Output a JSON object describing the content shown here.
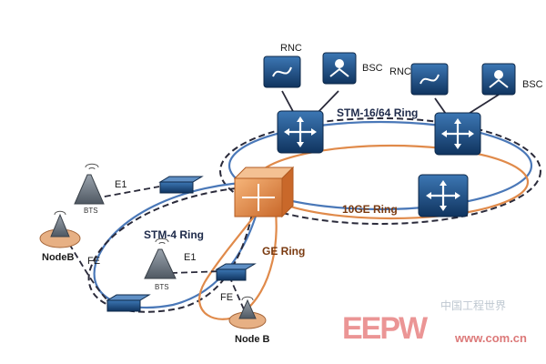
{
  "rings": {
    "stm16": "STM-16/64 Ring",
    "ge10": "10GE Ring",
    "stm4": "STM-4 Ring",
    "ge": "GE Ring"
  },
  "nodes": {
    "rnc_left": "RNC",
    "bsc_left": "BSC",
    "rnc_right": "RNC",
    "bsc_right": "BSC",
    "bts_top": "BTS",
    "bts_mid": "BTS",
    "nodeb_left": "NodeB",
    "nodeb_bottom": "Node B"
  },
  "links": {
    "e1_top": "E1",
    "e1_mid": "E1",
    "fe_left": "FE",
    "fe_bottom": "FE"
  },
  "watermark": {
    "logo": "EEPW",
    "cn_name": "中国工程世界",
    "url": "www.com.cn"
  },
  "colors": {
    "blue_ring": "#4a78b8",
    "orange_ring": "#e08a4a",
    "dashed": "#2a2a3a",
    "device_top": "#1f4f84",
    "core_device": "#e8944e"
  }
}
